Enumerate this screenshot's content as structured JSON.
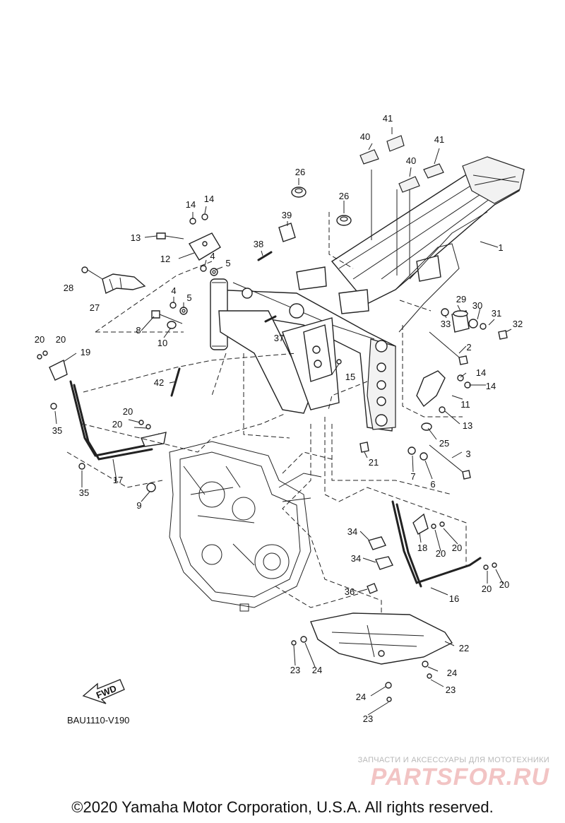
{
  "diagram": {
    "code": "BAU1110-V190",
    "fwd_label": "FWD",
    "callouts": [
      {
        "id": "c41a",
        "text": "41"
      },
      {
        "id": "c40a",
        "text": "40"
      },
      {
        "id": "c40b",
        "text": "40"
      },
      {
        "id": "c41b",
        "text": "41"
      },
      {
        "id": "c26a",
        "text": "26"
      },
      {
        "id": "c26b",
        "text": "26"
      },
      {
        "id": "c14a",
        "text": "14"
      },
      {
        "id": "c14b",
        "text": "14"
      },
      {
        "id": "c39",
        "text": "39"
      },
      {
        "id": "c13a",
        "text": "13"
      },
      {
        "id": "c12",
        "text": "12"
      },
      {
        "id": "c38",
        "text": "38"
      },
      {
        "id": "c1",
        "text": "1"
      },
      {
        "id": "c4a",
        "text": "4"
      },
      {
        "id": "c5a",
        "text": "5"
      },
      {
        "id": "c28",
        "text": "28"
      },
      {
        "id": "c27",
        "text": "27"
      },
      {
        "id": "c4b",
        "text": "4"
      },
      {
        "id": "c5b",
        "text": "5"
      },
      {
        "id": "c8",
        "text": "8"
      },
      {
        "id": "c10",
        "text": "10"
      },
      {
        "id": "c29",
        "text": "29"
      },
      {
        "id": "c30",
        "text": "30"
      },
      {
        "id": "c31",
        "text": "31"
      },
      {
        "id": "c32",
        "text": "32"
      },
      {
        "id": "c33",
        "text": "33"
      },
      {
        "id": "c37",
        "text": "37"
      },
      {
        "id": "c20a",
        "text": "20"
      },
      {
        "id": "c20b",
        "text": "20"
      },
      {
        "id": "c19",
        "text": "19"
      },
      {
        "id": "c2",
        "text": "2"
      },
      {
        "id": "c15",
        "text": "15"
      },
      {
        "id": "c14c",
        "text": "14"
      },
      {
        "id": "c14d",
        "text": "14"
      },
      {
        "id": "c42",
        "text": "42"
      },
      {
        "id": "c11",
        "text": "11"
      },
      {
        "id": "c35a",
        "text": "35"
      },
      {
        "id": "c20c",
        "text": "20"
      },
      {
        "id": "c20d",
        "text": "20"
      },
      {
        "id": "c13b",
        "text": "13"
      },
      {
        "id": "c25",
        "text": "25"
      },
      {
        "id": "c3",
        "text": "3"
      },
      {
        "id": "c21",
        "text": "21"
      },
      {
        "id": "c7",
        "text": "7"
      },
      {
        "id": "c6",
        "text": "6"
      },
      {
        "id": "c17",
        "text": "17"
      },
      {
        "id": "c35b",
        "text": "35"
      },
      {
        "id": "c9",
        "text": "9"
      },
      {
        "id": "c34a",
        "text": "34"
      },
      {
        "id": "c18",
        "text": "18"
      },
      {
        "id": "c20e",
        "text": "20"
      },
      {
        "id": "c20f",
        "text": "20"
      },
      {
        "id": "c34b",
        "text": "34"
      },
      {
        "id": "c20g",
        "text": "20"
      },
      {
        "id": "c20h",
        "text": "20"
      },
      {
        "id": "c36",
        "text": "36"
      },
      {
        "id": "c16",
        "text": "16"
      },
      {
        "id": "c22",
        "text": "22"
      },
      {
        "id": "c23a",
        "text": "23"
      },
      {
        "id": "c24a",
        "text": "24"
      },
      {
        "id": "c24b",
        "text": "24"
      },
      {
        "id": "c23b",
        "text": "23"
      },
      {
        "id": "c24c",
        "text": "24"
      },
      {
        "id": "c23c",
        "text": "23"
      }
    ]
  },
  "watermark": {
    "subtitle": "ЗАПЧАСТИ И АКСЕССУАРЫ ДЛЯ МОТОТЕХНИКИ",
    "logo": "PARTSFOR.RU"
  },
  "copyright": "©2020 Yamaha Motor Corporation, U.S.A. All rights reserved."
}
